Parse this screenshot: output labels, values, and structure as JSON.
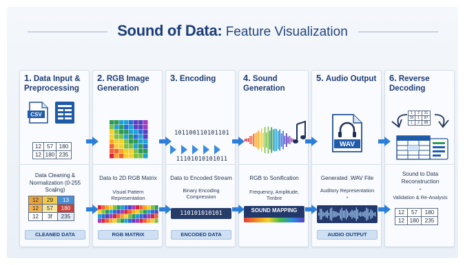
{
  "title": {
    "bold": "Sound of Data:",
    "rest": " Feature Visualization"
  },
  "steps": [
    {
      "num": "1.",
      "heading": "Data Input & Preprocessing",
      "caption": "Data Cleaning & Normalization (0-255 Scaling)",
      "sub": "*",
      "top_table": [
        [
          "12",
          "57",
          "180"
        ],
        [
          "12",
          "180",
          "235"
        ]
      ],
      "bottom_table": [
        [
          "12",
          "29",
          "13"
        ],
        [
          "12",
          "57",
          "180"
        ],
        [
          "12",
          "3f",
          "235"
        ]
      ],
      "icons": [
        "csv-file-icon",
        "spreadsheet-icon"
      ],
      "csv_label": "CSV",
      "button": "CLEANED DATA"
    },
    {
      "num": "2.",
      "heading": "RGB Image Generation",
      "caption": "Data to 2D RGB Matrix",
      "sub": "Visual Pattern Representation",
      "button": "RGB MATRIX"
    },
    {
      "num": "3.",
      "heading": "Encoding",
      "binary_top": "101100110101101",
      "binary_bottom": "11101010101011",
      "caption": "Data to Encoded Stream",
      "sub": "Binary Encoding Compression",
      "bar": "110101010101",
      "button": "ENCODED DATA"
    },
    {
      "num": "4.",
      "heading": "Sound Generation",
      "caption": "RGB to Sonification",
      "sub": "Frequency, Amplitude, Timbre",
      "bar": "SOUND MAPPING",
      "icons": [
        "music-note-icon"
      ]
    },
    {
      "num": "5.",
      "heading": "Audio Output",
      "file_label": "WAV",
      "caption": "Generated .WAV File",
      "sub": "Auditory Representation",
      "sub2": "*",
      "icons": [
        "headphones-icon"
      ],
      "button": "AUDIO OUTPUT"
    },
    {
      "num": "6.",
      "heading": "Reverse Decoding",
      "caption": "Sound to Data Reconstruction",
      "sub": "Validation & Re-Analysis",
      "sub2": "*",
      "mini_table": [
        [
          "1",
          "2",
          "31"
        ],
        [
          "20",
          "1",
          "87"
        ],
        [
          "1",
          "2",
          "88"
        ]
      ],
      "bottom_table": [
        [
          "12",
          "57",
          "180"
        ],
        [
          "12",
          "180",
          "235"
        ]
      ],
      "icons": [
        "cycle-arrows-icon",
        "table-grid-icon",
        "document-icon"
      ]
    }
  ],
  "colors": {
    "accent": "#2b7fd9",
    "title": "#1c3d7a",
    "button": "#cfe0f3",
    "dark_bar": "#253b68"
  }
}
